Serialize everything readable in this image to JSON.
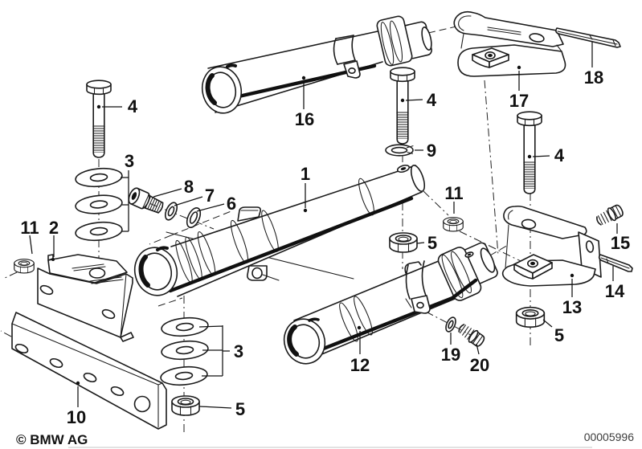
{
  "figure": {
    "type": "exploded-parts-diagram",
    "background_color": "#ffffff",
    "ink_color": "#1a1a1a"
  },
  "callouts": [
    {
      "text": "4"
    },
    {
      "text": "3"
    },
    {
      "text": "8"
    },
    {
      "text": "7"
    },
    {
      "text": "6"
    },
    {
      "text": "1"
    },
    {
      "text": "16"
    },
    {
      "text": "4"
    },
    {
      "text": "9"
    },
    {
      "text": "11"
    },
    {
      "text": "5"
    },
    {
      "text": "17"
    },
    {
      "text": "18"
    },
    {
      "text": "4"
    },
    {
      "text": "15"
    },
    {
      "text": "13"
    },
    {
      "text": "14"
    },
    {
      "text": "5"
    },
    {
      "text": "12"
    },
    {
      "text": "19"
    },
    {
      "text": "20"
    },
    {
      "text": "2"
    },
    {
      "text": "11"
    },
    {
      "text": "3"
    },
    {
      "text": "5"
    },
    {
      "text": "10"
    }
  ],
  "footer": {
    "copyright": "© BMW AG",
    "plate_number": "00005996"
  }
}
